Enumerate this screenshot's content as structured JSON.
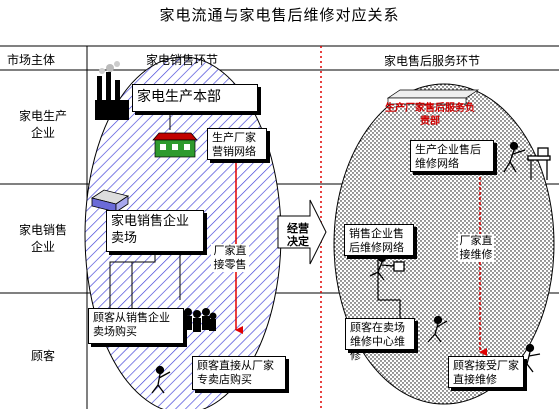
{
  "title": "家电流通与家电售后维修对应关系",
  "columns": {
    "subject": "市场主体",
    "sales": "家电销售环节",
    "service": "家电售后服务环节"
  },
  "rows": {
    "manufacturer": [
      "家电生产",
      "企业"
    ],
    "retailer": [
      "家电销售",
      "企业"
    ],
    "customer": "顾客"
  },
  "sales_boxes": {
    "hq": "家电生产本部",
    "network": "生产厂家营销网络",
    "store": "家电销售企业卖场",
    "buy_store": "顾客从销售企业卖场购买",
    "buy_direct": "顾客直接从厂家专卖店购买"
  },
  "labels": {
    "direct_sale": "厂家直接零售",
    "decision": "经营决定",
    "direct_repair": "厂家直接维修"
  },
  "service_boxes": {
    "mfr_title": "生产厂家售后服务负责部",
    "mfr_network": "生产企业售后维修网络",
    "retail_network": "销售企业售后维修网络",
    "repair_center": "顾客在卖场维修中心维修",
    "accept_repair": "顾客接受厂家直接维修"
  },
  "colors": {
    "red_line": "#e00000",
    "hatch": "#3d3dd8",
    "dot": "#000000"
  }
}
